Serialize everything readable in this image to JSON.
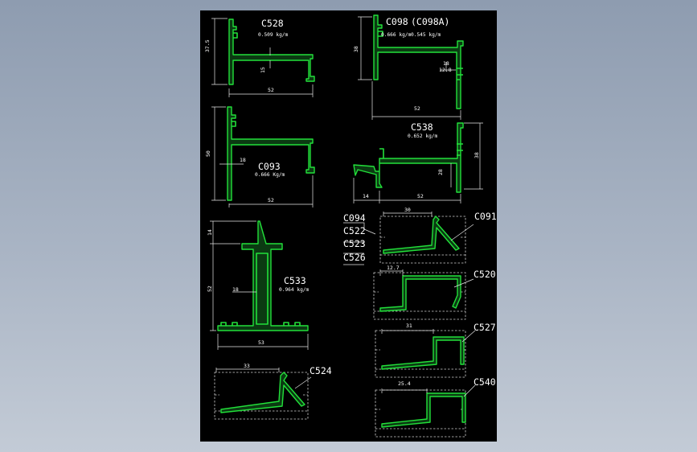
{
  "colors": {
    "background": "#000000",
    "profile": "#22e03a",
    "line": "#e6e6e6",
    "frame": "#9aa7b9"
  },
  "labels": {
    "c528": "C528",
    "c528_w": "0.509 kg/m",
    "c098": "C098",
    "c098a": "(C098A)",
    "c098_w": "0.666 kg/m",
    "c098a_w": "0.545 kg/m",
    "c538": "C538",
    "c538_w": "0.652 kg/m",
    "c093": "C093",
    "c093_w": "0.666 Kg/m",
    "c533": "C533",
    "c533_w": "0.964 kg/m",
    "c524": "C524",
    "c091": "C091",
    "c520": "C520",
    "c527": "C527",
    "c540": "C540",
    "c094": "C094",
    "c522": "C522",
    "c523": "C523",
    "c526": "C526"
  },
  "dims": {
    "d_37_5": "37.5",
    "d_15": "15",
    "d_52_a": "52",
    "d_38_a": "38",
    "d_18_a": "18",
    "d_12_8": "12.8",
    "d_52_b": "52",
    "d_50": "50",
    "d_18_b": "18",
    "d_52_c": "52",
    "d_38_b": "38",
    "d_28": "28",
    "d_14_a": "14",
    "d_52_d": "52",
    "d_30": "30",
    "d_14_b": "14",
    "d_52_e": "52",
    "d_18_c": "18",
    "d_53": "53",
    "d_12_7": "12.7",
    "d_31": "31",
    "d_33": "33",
    "d_25_4": "25.4"
  }
}
